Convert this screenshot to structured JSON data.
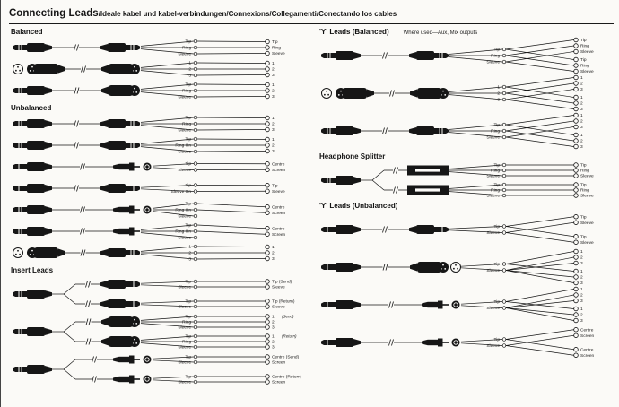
{
  "header": {
    "title": "Connecting Leads",
    "subtitle": "/Ideale kabel und kabel-verbindungen/Connexions/Collegamenti/Conectando los cables"
  },
  "sections": [
    {
      "id": "balanced",
      "title": "Balanced",
      "column": "left",
      "rows": [
        {
          "left_connector": "stereo-jack-plug",
          "right_connector": "stereo-jack-plug",
          "contact_labels": [
            "Tip",
            "Ring",
            "Sleeve"
          ],
          "terminal_groups": [
            {
              "terminals": [
                "Tip",
                "Ring",
                "Sleeve"
              ]
            }
          ]
        },
        {
          "left_icon": "xlr-pin-face",
          "left_connector": "xlr-plug",
          "right_connector": "xlr-plug",
          "contact_labels": [
            "1",
            "2",
            "3"
          ],
          "terminal_groups": [
            {
              "terminals": [
                "1",
                "2",
                "3"
              ]
            }
          ]
        },
        {
          "left_connector": "stereo-jack-plug",
          "right_connector": "xlr-plug",
          "contact_labels": [
            "Tip",
            "Ring",
            "Sleeve"
          ],
          "terminal_groups": [
            {
              "terminals": [
                "1",
                "2",
                "3"
              ]
            }
          ]
        }
      ]
    },
    {
      "id": "unbalanced",
      "title": "Unbalanced",
      "column": "left",
      "rows": [
        {
          "left_connector": "stereo-jack-plug",
          "right_connector": "stereo-jack-plug",
          "contact_labels": [
            "Tip",
            "Ring",
            "Sleeve"
          ],
          "terminal_groups": [
            {
              "terminals": [
                "1",
                "2",
                "3"
              ]
            }
          ]
        },
        {
          "left_connector": "stereo-jack-plug",
          "right_connector": "stereo-jack-plug",
          "contact_labels": [
            "Tip",
            "Ring On",
            "Sleeve"
          ],
          "terminal_groups": [
            {
              "terminals": [
                "1",
                "2",
                "3"
              ]
            }
          ]
        },
        {
          "left_connector": "mono-jack-plug",
          "right_connector": "phono-plug",
          "right_icon": "phono-face",
          "contact_labels": [
            "Tip",
            "Sleeve"
          ],
          "terminal_groups": [
            {
              "terminals": [
                "Centre",
                "Screen"
              ]
            }
          ]
        },
        {
          "left_connector": "mono-jack-plug",
          "right_connector": "mono-jack-plug",
          "contact_labels": [
            "Tip",
            "Sleeve On"
          ],
          "terminal_groups": [
            {
              "terminals": [
                "Tip",
                "Sleeve"
              ]
            }
          ]
        },
        {
          "left_connector": "stereo-jack-plug",
          "right_connector": "phono-plug",
          "right_icon": "phono-face",
          "contact_labels": [
            "Tip",
            "Ring On",
            "Sleeve"
          ],
          "terminal_groups": [
            {
              "terminals": [
                "Centre",
                "Screen"
              ]
            }
          ]
        },
        {
          "left_connector": "stereo-jack-plug",
          "right_connector": "phono-plug",
          "contact_labels": [
            "Tip",
            "Ring On",
            "Sleeve"
          ],
          "terminal_groups": [
            {
              "terminals": [
                "Centre",
                "Screen"
              ]
            }
          ]
        },
        {
          "left_icon": "xlr-pin-face",
          "left_connector": "xlr-plug",
          "right_connector": "stereo-jack-plug",
          "contact_labels": [
            "1",
            "2",
            "3"
          ],
          "terminal_groups": [
            {
              "terminals": [
                "1",
                "2",
                "3"
              ]
            }
          ]
        }
      ]
    },
    {
      "id": "insert-leads",
      "title": "Insert Leads",
      "column": "left",
      "rows": [
        {
          "left_connector": "stereo-jack-plug",
          "right_connector": "mono-jack-plug",
          "split": true,
          "contact_labels": [
            "Tip",
            "Sleeve"
          ],
          "terminal_groups": [
            {
              "terminals": [
                "Tip (Send)",
                "Sleeve"
              ]
            },
            {
              "terminals": [
                "Tip (Return)",
                "Sleeve"
              ]
            }
          ]
        },
        {
          "left_connector": "stereo-jack-plug",
          "right_connector": "xlr-plug",
          "split": true,
          "contact_labels": [
            "Tip",
            "Ring",
            "Sleeve"
          ],
          "terminal_groups": [
            {
              "terminals": [
                "1",
                "2",
                "3"
              ],
              "note": "(Send)"
            },
            {
              "terminals": [
                "1",
                "2",
                "3"
              ],
              "note": "(Return)"
            }
          ]
        },
        {
          "left_connector": "stereo-jack-plug",
          "right_connector": "phono-plug",
          "split": true,
          "right_icon": "phono-face",
          "contact_labels": [
            "Tip",
            "Sleeve"
          ],
          "terminal_groups": [
            {
              "terminals": [
                "Centre (Send)",
                "Screen"
              ]
            },
            {
              "terminals": [
                "Centre (Return)",
                "Screen"
              ]
            }
          ]
        }
      ]
    },
    {
      "id": "y-leads-balanced",
      "title": "'Y' Leads (Balanced)",
      "note": "Where used—Aux, Mix outputs",
      "column": "right",
      "rows": [
        {
          "left_connector": "stereo-jack-plug",
          "right_connector": "stereo-jack-plug",
          "contact_labels": [
            "Tip",
            "Ring",
            "Sleeve"
          ],
          "terminal_groups": [
            {
              "terminals": [
                "Tip",
                "Ring",
                "Sleeve"
              ]
            },
            {
              "terminals": [
                "Tip",
                "Ring",
                "Sleeve"
              ]
            }
          ]
        },
        {
          "left_icon": "xlr-pin-face",
          "left_connector": "xlr-plug",
          "right_connector": "xlr-plug",
          "contact_labels": [
            "1",
            "2",
            "3"
          ],
          "terminal_groups": [
            {
              "terminals": [
                "1",
                "2",
                "3"
              ]
            },
            {
              "terminals": [
                "1",
                "2",
                "3"
              ]
            }
          ]
        },
        {
          "left_connector": "stereo-jack-plug",
          "right_connector": "stereo-jack-plug",
          "contact_labels": [
            "Tip",
            "Ring",
            "Sleeve"
          ],
          "terminal_groups": [
            {
              "terminals": [
                "1",
                "2",
                "3"
              ]
            },
            {
              "terminals": [
                "1",
                "2",
                "3"
              ]
            }
          ]
        }
      ]
    },
    {
      "id": "headphone-splitter",
      "title": "Headphone Splitter",
      "column": "right",
      "rows": [
        {
          "left_connector": "stereo-jack-plug",
          "right_connector": "stereo-jack-socket",
          "split": true,
          "contact_labels": [
            "Tip",
            "Ring",
            "Sleeve"
          ],
          "terminal_groups": [
            {
              "terminals": [
                "Tip",
                "Ring",
                "Sleeve"
              ]
            },
            {
              "terminals": [
                "Tip",
                "Ring",
                "Sleeve"
              ]
            }
          ]
        }
      ]
    },
    {
      "id": "y-leads-unbalanced",
      "title": "'Y' Leads (Unbalanced)",
      "column": "right",
      "rows": [
        {
          "left_connector": "mono-jack-plug",
          "right_connector": "mono-jack-plug",
          "contact_labels": [
            "Tip",
            "Sleeve"
          ],
          "terminal_groups": [
            {
              "terminals": [
                "Tip",
                "Sleeve"
              ]
            },
            {
              "terminals": [
                "Tip",
                "Sleeve"
              ]
            }
          ]
        },
        {
          "left_connector": "mono-jack-plug",
          "right_connector": "xlr-plug",
          "right_icon": "xlr-pin-face",
          "contact_labels": [
            "Tip",
            "Sleeve"
          ],
          "terminal_groups": [
            {
              "terminals": [
                "1",
                "2",
                "3"
              ]
            },
            {
              "terminals": [
                "1",
                "2",
                "3"
              ]
            }
          ]
        },
        {
          "left_connector": "mono-jack-plug",
          "right_connector": "phono-plug",
          "right_icon": "phono-face",
          "contact_labels": [
            "Tip",
            "Sleeve"
          ],
          "terminal_groups": [
            {
              "terminals": [
                "1",
                "2",
                "3"
              ]
            },
            {
              "terminals": [
                "1",
                "2",
                "3"
              ]
            }
          ]
        },
        {
          "left_connector": "mono-jack-plug",
          "right_connector": "phono-plug",
          "right_icon": "phono-face",
          "contact_labels": [
            "Tip",
            "Sleeve"
          ],
          "terminal_groups": [
            {
              "terminals": [
                "Centre",
                "Screen"
              ]
            },
            {
              "terminals": [
                "Centre",
                "Screen"
              ]
            }
          ]
        }
      ]
    }
  ]
}
